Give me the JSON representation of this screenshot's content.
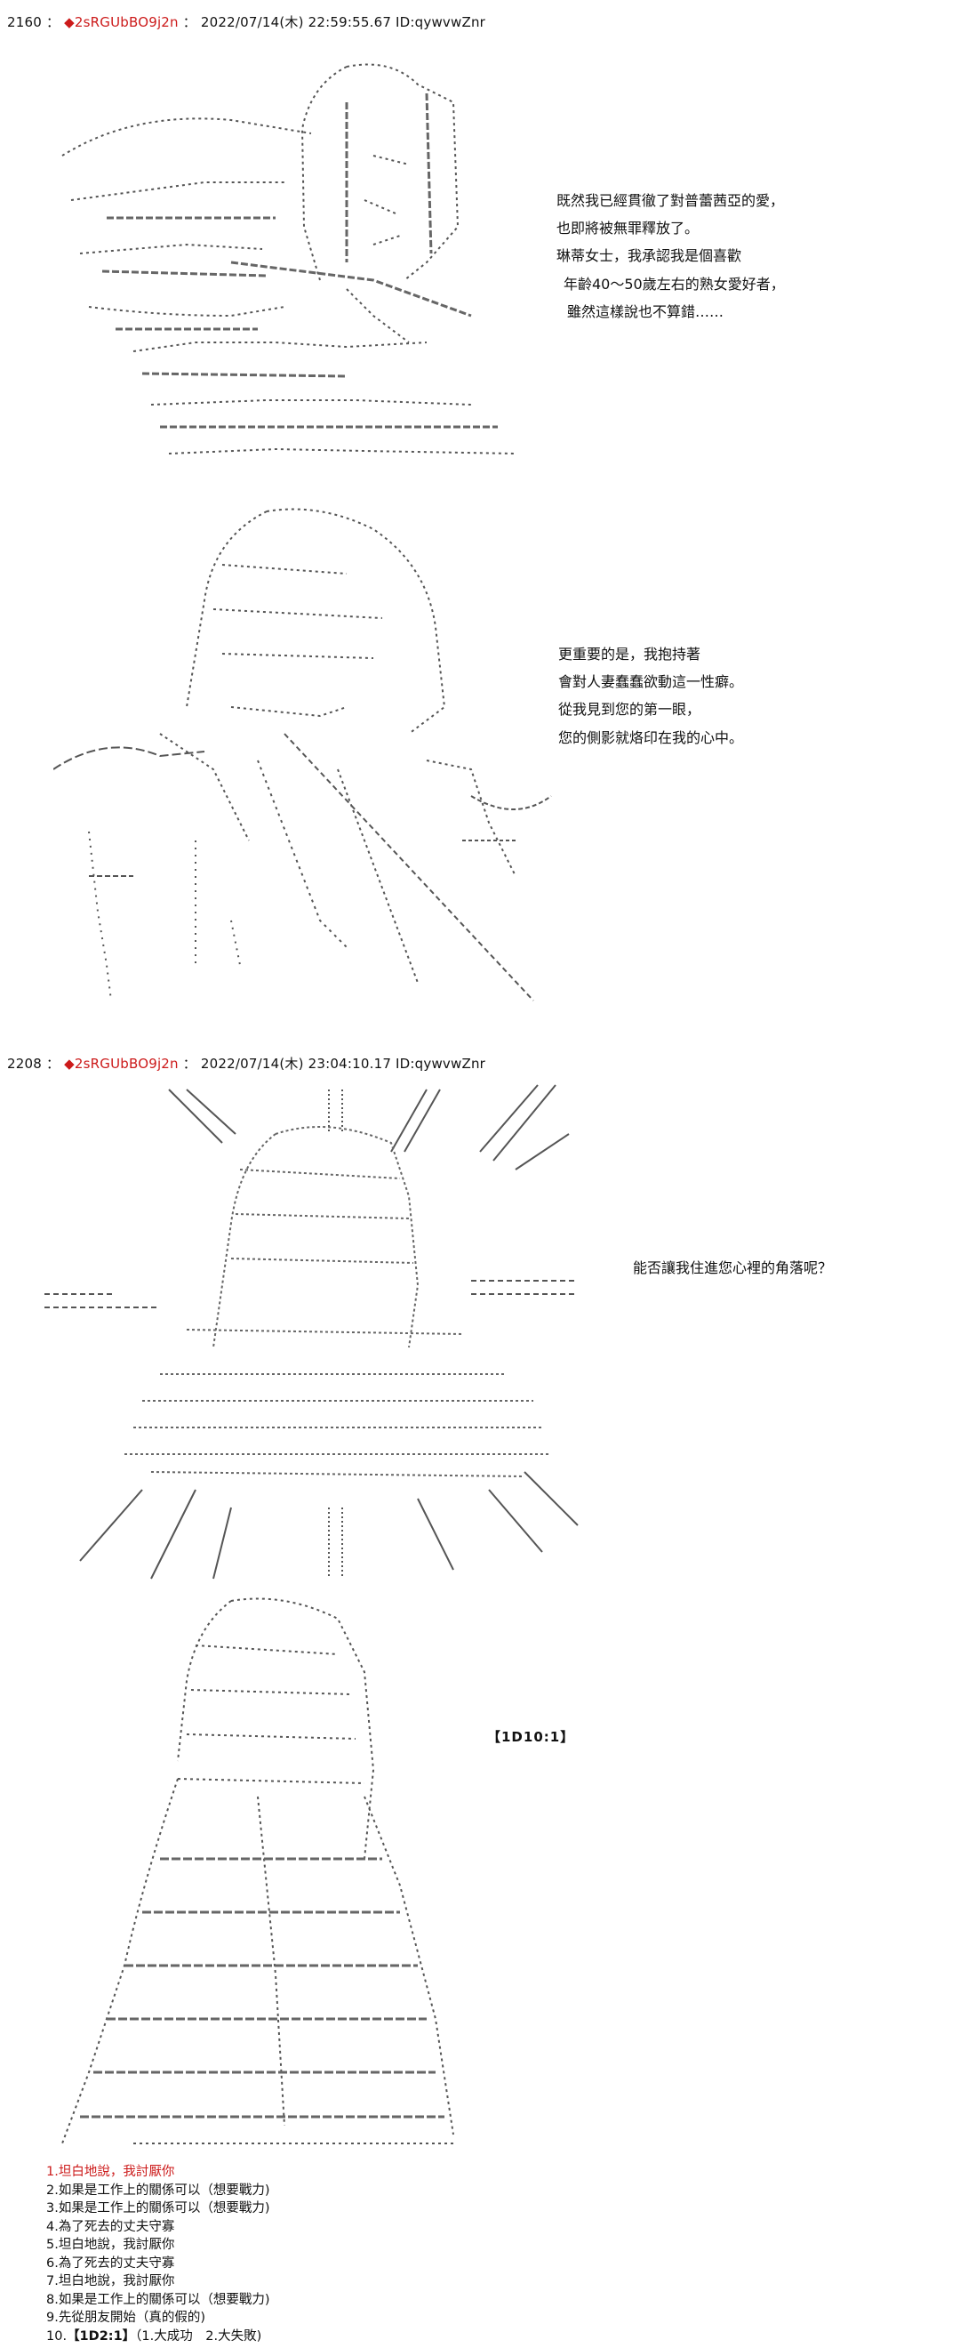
{
  "posts": [
    {
      "number": "2160",
      "trip": "◆2sRGUbBO9j2n",
      "datetime": "2022/07/14(木) 22:59:55.67",
      "id": "ID:qywvwZnr"
    },
    {
      "number": "2208",
      "trip": "◆2sRGUbBO9j2n",
      "datetime": "2022/07/14(木) 23:04:10.17",
      "id": "ID:qywvwZnr"
    }
  ],
  "captions": {
    "block1": [
      "既然我已經貫徹了對普蕾茜亞的愛，",
      "也即將被無罪釋放了。",
      "琳蒂女士，我承認我是個喜歡",
      "年齡40～50歲左右的熟女愛好者，",
      "雖然這樣說也不算錯……"
    ],
    "block2": [
      "更重要的是，我抱持著",
      "會對人妻蠢蠢欲動這一性癖。",
      "從我見到您的第一眼，",
      "您的側影就烙印在我的心中。"
    ],
    "block3": [
      "能否讓我住進您心裡的角落呢？"
    ]
  },
  "dice_result": "【1D10:1】",
  "choices": [
    {
      "text": "1.坦白地說，我討厭你",
      "hit": true
    },
    {
      "text": "2.如果是工作上的關係可以（想要戰力)",
      "hit": false
    },
    {
      "text": "3.如果是工作上的關係可以（想要戰力)",
      "hit": false
    },
    {
      "text": "4.為了死去的丈夫守寡",
      "hit": false
    },
    {
      "text": "5.坦白地說，我討厭你",
      "hit": false
    },
    {
      "text": "6.為了死去的丈夫守寡",
      "hit": false
    },
    {
      "text": "7.坦白地說，我討厭你",
      "hit": false
    },
    {
      "text": "8.如果是工作上的關係可以（想要戰力)",
      "hit": false
    },
    {
      "text": "9.先從朋友開始（真的假的)",
      "hit": false
    }
  ],
  "choice10": {
    "prefix": "10.",
    "dice": "【1D2:1】",
    "rest": "（1.大成功　2.大失敗)"
  },
  "art": {
    "panel1": "ascii-art-man-hand-on-head",
    "panel2": "ascii-art-woman-holding-staff",
    "panel3": "ascii-art-radiant-figure-speed-lines",
    "panel4": "ascii-art-woman-long-robe"
  }
}
